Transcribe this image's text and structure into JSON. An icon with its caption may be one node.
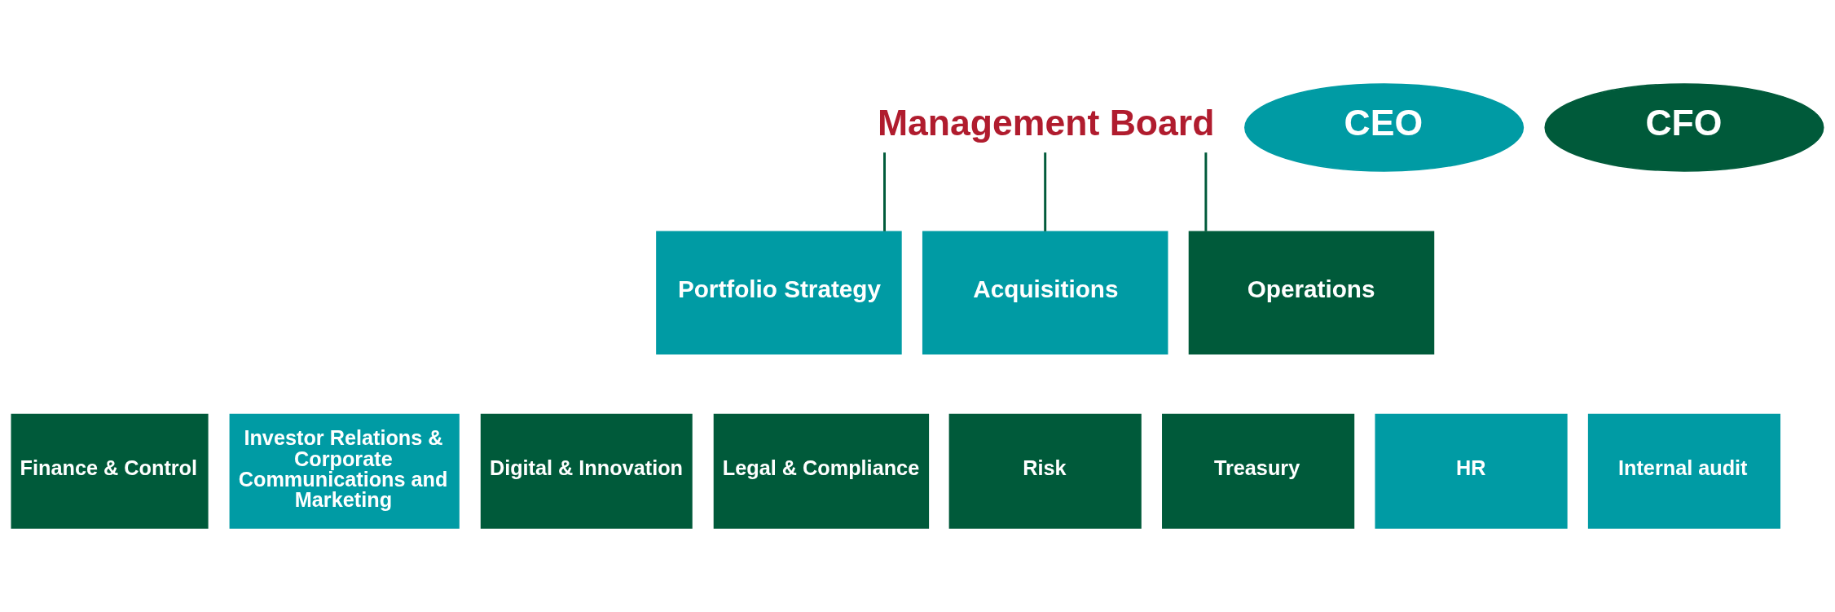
{
  "diagram": {
    "nodes": [
      {
        "text": [
          "Management Board"
        ]
      },
      {
        "text": [
          "CEO"
        ]
      },
      {
        "text": [
          "CFO"
        ]
      },
      {
        "text": [
          "Portfolio Strategy"
        ]
      },
      {
        "text": [
          "Acquisitions"
        ]
      },
      {
        "text": [
          "Operations"
        ]
      },
      {
        "text": [
          "Finance & Control"
        ]
      },
      {
        "text": [
          "Investor Relations & Corporate Communications and Marketing"
        ]
      },
      {
        "text": [
          "Digital & Innovation"
        ]
      },
      {
        "text": [
          "Legal & Compliance"
        ]
      },
      {
        "text": [
          "Risk"
        ]
      },
      {
        "text": [
          "Treasury"
        ]
      },
      {
        "text": [
          "HR"
        ]
      },
      {
        "text": [
          "Internal audit"
        ]
      }
    ],
    "edges": [
      {
        "from": 0,
        "to": 3,
        "arrow": "none"
      },
      {
        "from": 0,
        "to": 4,
        "arrow": "none"
      },
      {
        "from": 0,
        "to": 5,
        "arrow": "none"
      }
    ]
  }
}
